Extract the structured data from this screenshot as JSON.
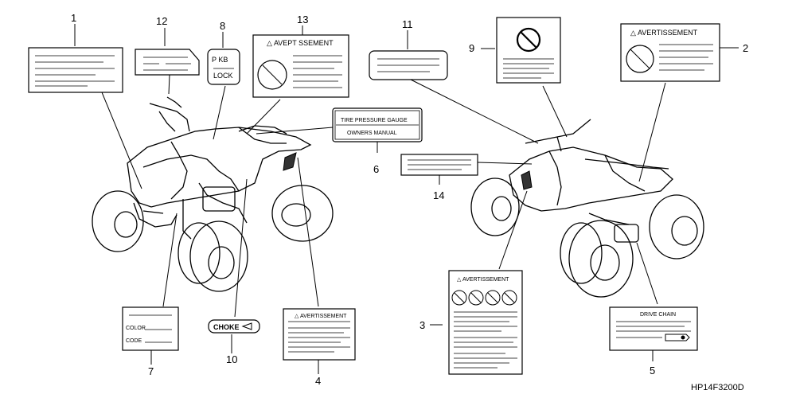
{
  "callouts": {
    "n1": "1",
    "n2": "2",
    "n3": "3",
    "n4": "4",
    "n5": "5",
    "n6": "6",
    "n7": "7",
    "n8": "8",
    "n9": "9",
    "n10": "10",
    "n11": "11",
    "n12": "12",
    "n13": "13",
    "n14": "14"
  },
  "labels": {
    "l13_title": "AVEPT SSEMENT",
    "l2_title": "AVERTISSEMENT",
    "l6_line1": "TIRE PRESSURE GAUGE",
    "l6_line2": "OWNERS MANUAL",
    "l8_line1": "P KB",
    "l8_line2": "LOCK",
    "l7_color": "COLOR",
    "l7_code": "CODE",
    "l10_text": "CHOKE",
    "l4_title": "AVERTISSEMENT",
    "l3_title": "AVERTISSEMENT",
    "l5_title": "DRIVE CHAIN"
  },
  "diagram_code": "HP14F3200D"
}
